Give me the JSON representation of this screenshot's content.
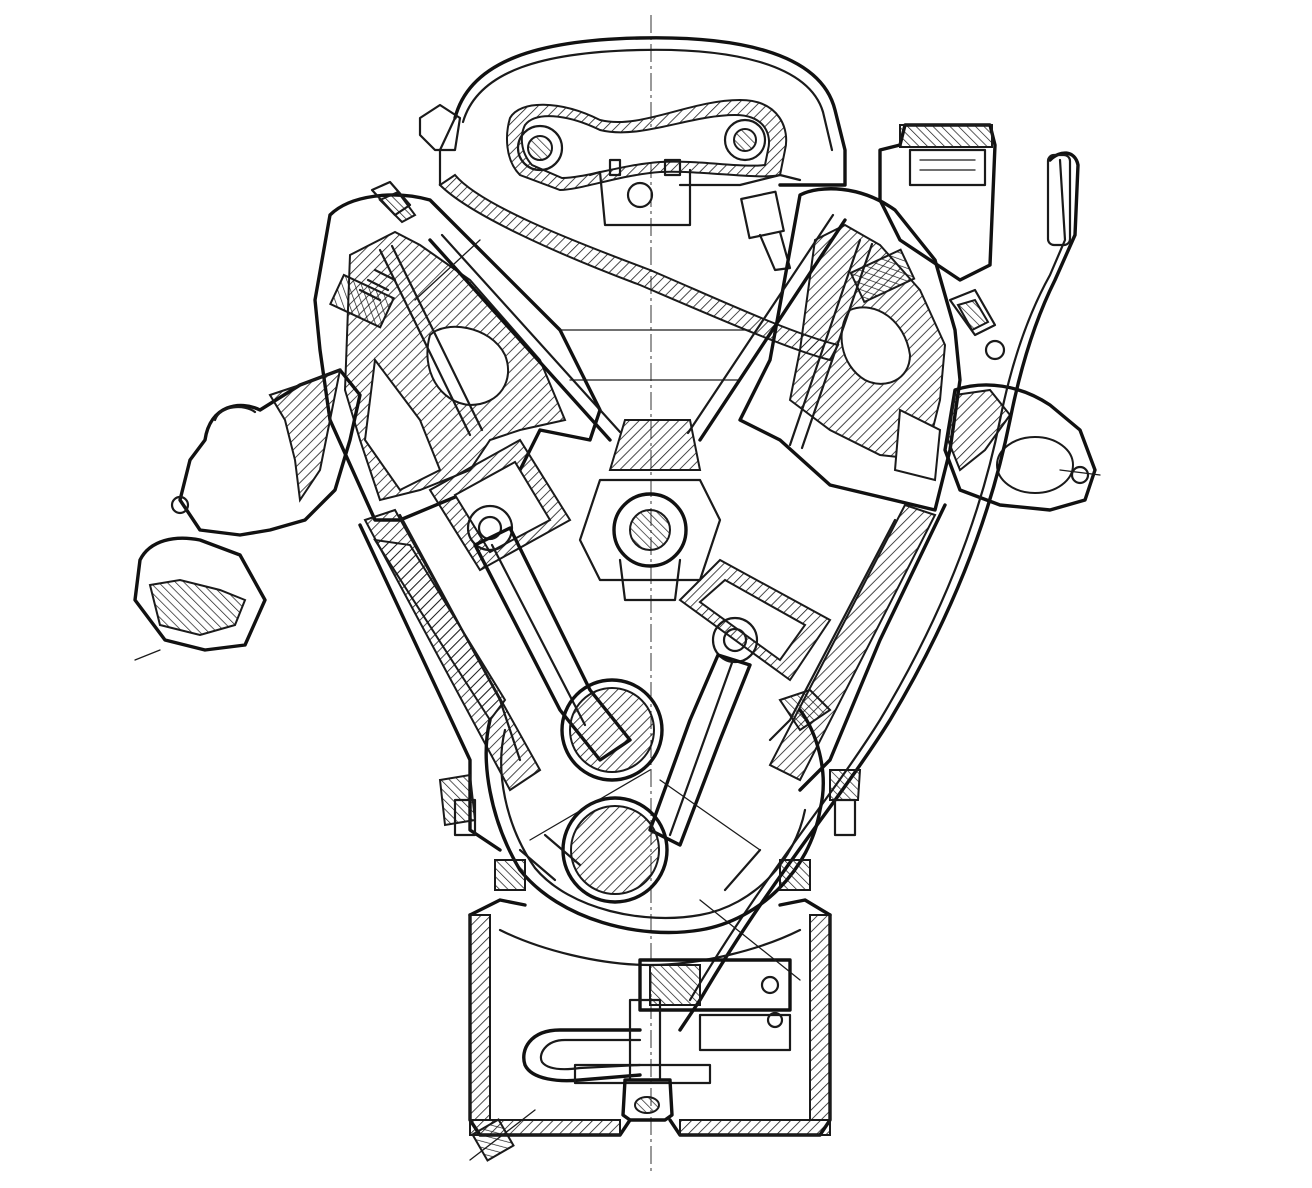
{
  "figure": {
    "labels": []
  },
  "parts": [
    "cylinder-head-cover-top",
    "intake-manifold",
    "left-cylinder-head",
    "right-cylinder-head",
    "left-exhaust-manifold",
    "right-exhaust-manifold",
    "left-cylinder-bank",
    "right-cylinder-bank",
    "left-piston",
    "right-piston",
    "left-connecting-rod",
    "right-connecting-rod",
    "crankshaft-upper-journal",
    "crankshaft-lower-journal",
    "camshaft",
    "crankcase",
    "oil-pan",
    "oil-pump",
    "oil-pickup-tube",
    "dipstick",
    "oil-filler-cap",
    "drain-plug",
    "spark-plug-left",
    "spark-plug-right",
    "valve-left",
    "valve-right",
    "main-bearing-bolts"
  ]
}
